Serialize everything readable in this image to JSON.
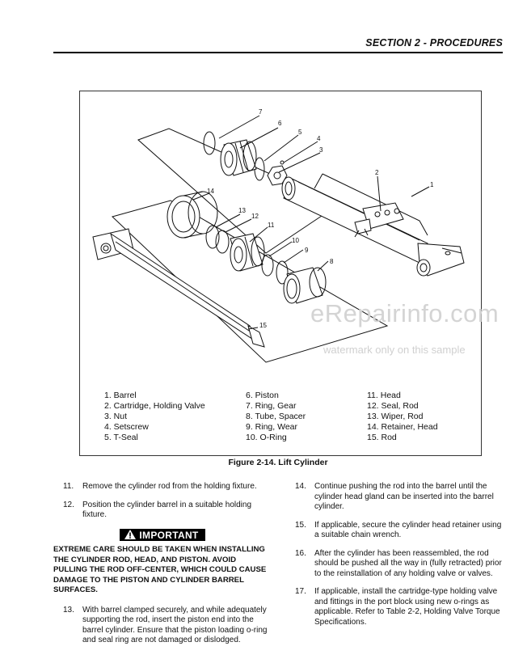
{
  "header": {
    "section_title": "SECTION 2 - PROCEDURES"
  },
  "figure": {
    "caption": "Figure 2-14.  Lift Cylinder",
    "callouts": [
      "1",
      "2",
      "3",
      "4",
      "5",
      "6",
      "7",
      "8",
      "9",
      "10",
      "11",
      "12",
      "13",
      "14",
      "15"
    ],
    "legend": {
      "col1": [
        "1. Barrel",
        "2. Cartridge, Holding Valve",
        "3. Nut",
        "4. Setscrew",
        "5. T-Seal"
      ],
      "col2": [
        "6. Piston",
        "7. Ring, Gear",
        "8. Tube, Spacer",
        "9. Ring, Wear",
        "10. O-Ring"
      ],
      "col3": [
        "11. Head",
        "12. Seal, Rod",
        "13. Wiper, Rod",
        "14. Retainer, Head",
        "15. Rod"
      ]
    }
  },
  "left_column": {
    "step11": {
      "num": "11.",
      "text": "Remove the cylinder rod from the holding fixture."
    },
    "step12": {
      "num": "12.",
      "text": "Position the cylinder barrel in a suitable holding fixture."
    },
    "important_label": "IMPORTANT",
    "warning": "EXTREME CARE SHOULD BE TAKEN WHEN INSTALLING THE CYLINDER ROD, HEAD, AND PISTON. AVOID PULLING THE ROD OFF-CENTER, WHICH COULD CAUSE DAMAGE TO THE PISTON AND CYLINDER BARREL SURFACES.",
    "step13": {
      "num": "13.",
      "text": "With barrel clamped securely, and while adequately supporting the rod, insert the piston end into the barrel cylinder. Ensure that the piston loading o-ring and seal ring are not damaged or dislodged."
    }
  },
  "right_column": {
    "step14": {
      "num": "14.",
      "text": "Continue pushing the rod into the barrel until the cylinder head gland can be inserted into the barrel cylinder."
    },
    "step15": {
      "num": "15.",
      "text": "If applicable, secure the cylinder head retainer using a suitable chain wrench."
    },
    "step16": {
      "num": "16.",
      "text": "After the cylinder has been reassembled, the rod should be pushed all the way in (fully retracted) prior to the reinstallation of any holding valve or valves."
    },
    "step17": {
      "num": "17.",
      "text": "If applicable, install the cartridge-type holding valve and fittings in the port block using new o-rings as applicable. Refer to Table 2-2, Holding Valve Torque Specifications."
    }
  },
  "watermark": {
    "site": "eRepairinfo.com",
    "note": "watermark only on this sample"
  },
  "colors": {
    "text": "#111111",
    "watermark": "#d4d4d4",
    "badge_bg": "#000000"
  }
}
